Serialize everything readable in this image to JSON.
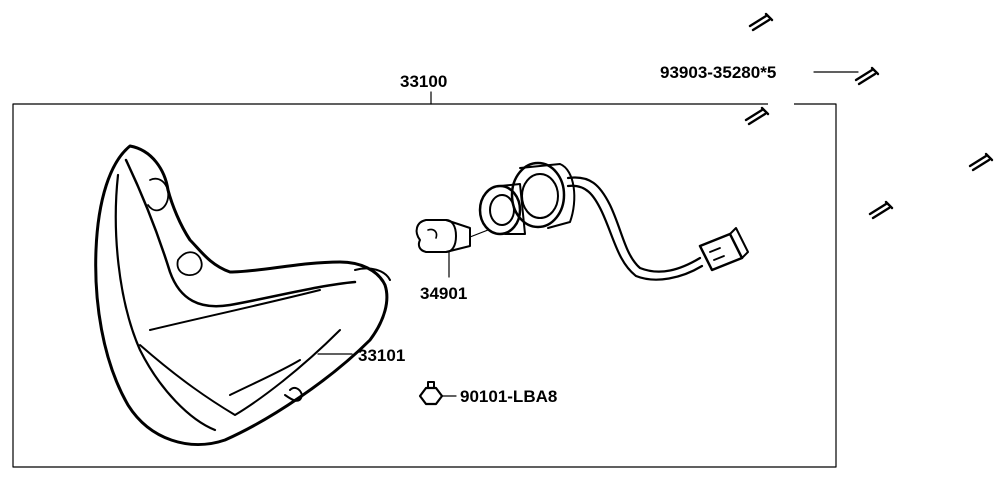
{
  "parts": {
    "assembly": {
      "number": "33100"
    },
    "lens": {
      "number": "33101"
    },
    "bulb": {
      "number": "34901"
    },
    "nut": {
      "number": "90101-LBA8"
    },
    "screws": {
      "number": "93903-35280*5"
    }
  },
  "colors": {
    "ink": "#000000",
    "background": "#ffffff"
  },
  "icons": [
    "headlight-housing-icon",
    "bulb-icon",
    "socket-icon",
    "connector-icon",
    "screw-icon",
    "nut-icon"
  ]
}
